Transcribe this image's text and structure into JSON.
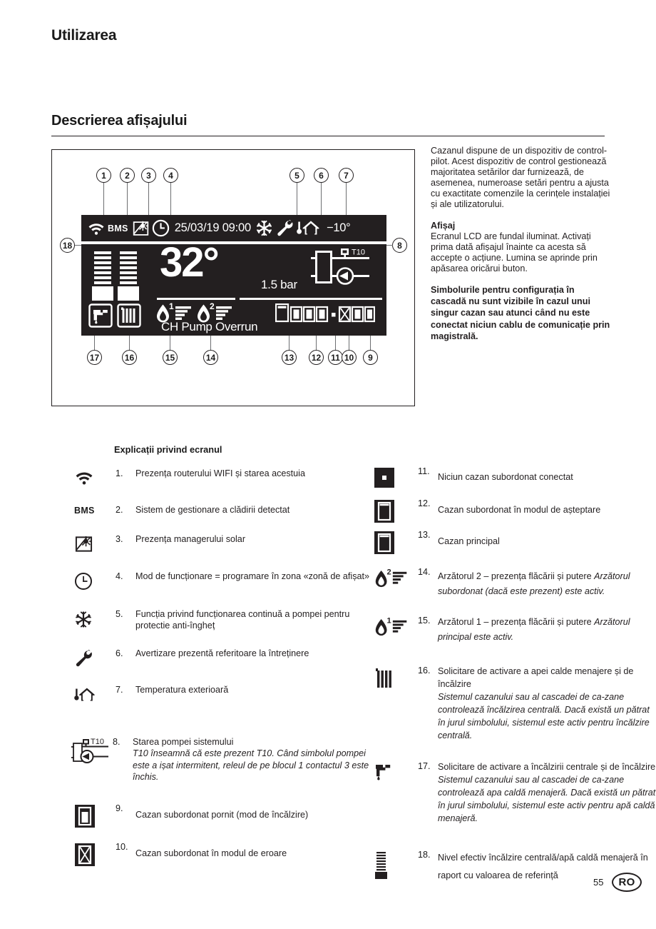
{
  "page": {
    "title": "Utilizarea",
    "section_title": "Descrierea afișajului",
    "page_number": "55",
    "language_badge": "RO"
  },
  "intro": {
    "paragraph_1": "Cazanul dispune de un dispozitiv de control-pilot. Acest dispozitiv de control gestionează majoritatea setărilor dar furnizează, de asemenea, numeroase setări pentru a ajusta cu exactitate comenzile la cerințele instalației și ale utilizatorului.",
    "display_heading": "Afișaj",
    "paragraph_2": "Ecranul LCD are fundal iluminat. Activați prima dată afișajul înainte ca acesta să accepte o acțiune. Lumina se aprinde prin apăsarea oricărui buton.",
    "bold_note": "Simbolurile pentru configurația în cascadă nu sunt vizibile în cazul unui singur cazan sau atunci când nu este conectat niciun cablu de comunicație prin magistrală."
  },
  "lcd": {
    "bms_label": "BMS",
    "datetime": "25/03/19 09:00",
    "outside_temp": "−10°",
    "main_temp": "32°",
    "pressure": "1.5 bar",
    "status_message": "CH Pump Overrun",
    "pump_label": "T10",
    "burner_1_number": "1",
    "burner_2_number": "2"
  },
  "callouts": [
    "1",
    "2",
    "3",
    "4",
    "5",
    "6",
    "7",
    "8",
    "9",
    "10",
    "11",
    "12",
    "13",
    "14",
    "15",
    "16",
    "17",
    "18"
  ],
  "legend": {
    "heading": "Explicații privind ecranul",
    "left_items": [
      {
        "num": "1.",
        "icon": "wifi-icon",
        "text": "Prezența routerului WIFI și starea acestuia",
        "italic": ""
      },
      {
        "num": "2.",
        "icon": "bms-text-icon",
        "text": "Sistem de gestionare a clădirii detectat",
        "italic": ""
      },
      {
        "num": "3.",
        "icon": "solar-manager-icon",
        "text": "Prezența managerului solar",
        "italic": ""
      },
      {
        "num": "4.",
        "icon": "clock-icon",
        "text": " Mod de funcționare = programare în zona «zonă de afișat»",
        "italic": ""
      },
      {
        "num": "5.",
        "icon": "snowflake-icon",
        "text": "Funcția privind funcționarea continuă a pompei pentru protectie anti-îngheț",
        "italic": ""
      },
      {
        "num": "6.",
        "icon": "wrench-icon",
        "text": "Avertizare prezentă referitoare la întreținere",
        "italic": ""
      },
      {
        "num": "7.",
        "icon": "outside-temperature-icon",
        "text": "Temperatura exterioară",
        "italic": ""
      },
      {
        "num": "8.",
        "icon": "system-pump-icon",
        "text": "Starea pompei sistemului",
        "italic": "T10 înseamnă că este prezent T10. Când simbolul pompei este a ișat intermitent, releul de pe blocul 1 contactul 3 este închis."
      },
      {
        "num": "9.",
        "icon": "slave-boiler-on-icon",
        "text": "Cazan subordonat pornit (mod de încălzire)",
        "italic": ""
      },
      {
        "num": "10.",
        "icon": "slave-boiler-fault-icon",
        "text": "Cazan subordonat în modul de eroare",
        "italic": ""
      }
    ],
    "right_items": [
      {
        "num": "11.",
        "icon": "no-slave-boiler-icon",
        "text": "Niciun cazan subordonat conectat",
        "italic": ""
      },
      {
        "num": "12.",
        "icon": "slave-boiler-standby-icon",
        "text": "Cazan subordonat în modul de așteptare",
        "italic": ""
      },
      {
        "num": "13.",
        "icon": "master-boiler-icon",
        "text": "Cazan principal",
        "italic": ""
      },
      {
        "num": "14.",
        "icon": "burner-2-icon",
        "text": " Arzătorul  2 – prezența flăcării și putere ",
        "italic": "Arzătorul subordonat (dacă este prezent) este activ."
      },
      {
        "num": "15.",
        "icon": "burner-1-icon",
        "text": "Arzătorul 1 – prezența flăcării și putere ",
        "italic": "Arzătorul principal este activ."
      },
      {
        "num": "16.",
        "icon": "radiator-icon",
        "text": "Solicitare de activare a apei calde menajere și de încălzire",
        "italic": "Sistemul cazanului sau al cascadei de ca-zane controlează încălzirea centrală. Dacă există un pătrat în jurul simbolului, sistemul este activ pentru încălzire centrală."
      },
      {
        "num": "17.",
        "icon": "tap-icon",
        "text": "Solicitare de activare a încălzirii centrale și de încălzire",
        "italic": "Sistemul cazanului sau al cascadei de ca-zane controlează apa caldă menajeră. Dacă există un pătrat în jurul simbolului, sistemul este activ pentru apă caldă menajeră."
      },
      {
        "num": "18.",
        "icon": "level-bar-icon",
        "text": "Nivel efectiv încălzire centrală/apă caldă menajeră în raport cu valoarea de referință",
        "italic": ""
      }
    ]
  },
  "colors": {
    "ink": "#231f20",
    "lcd_background": "#231f20",
    "lcd_foreground": "#ffffff",
    "lead_line": "#6d6e71"
  }
}
